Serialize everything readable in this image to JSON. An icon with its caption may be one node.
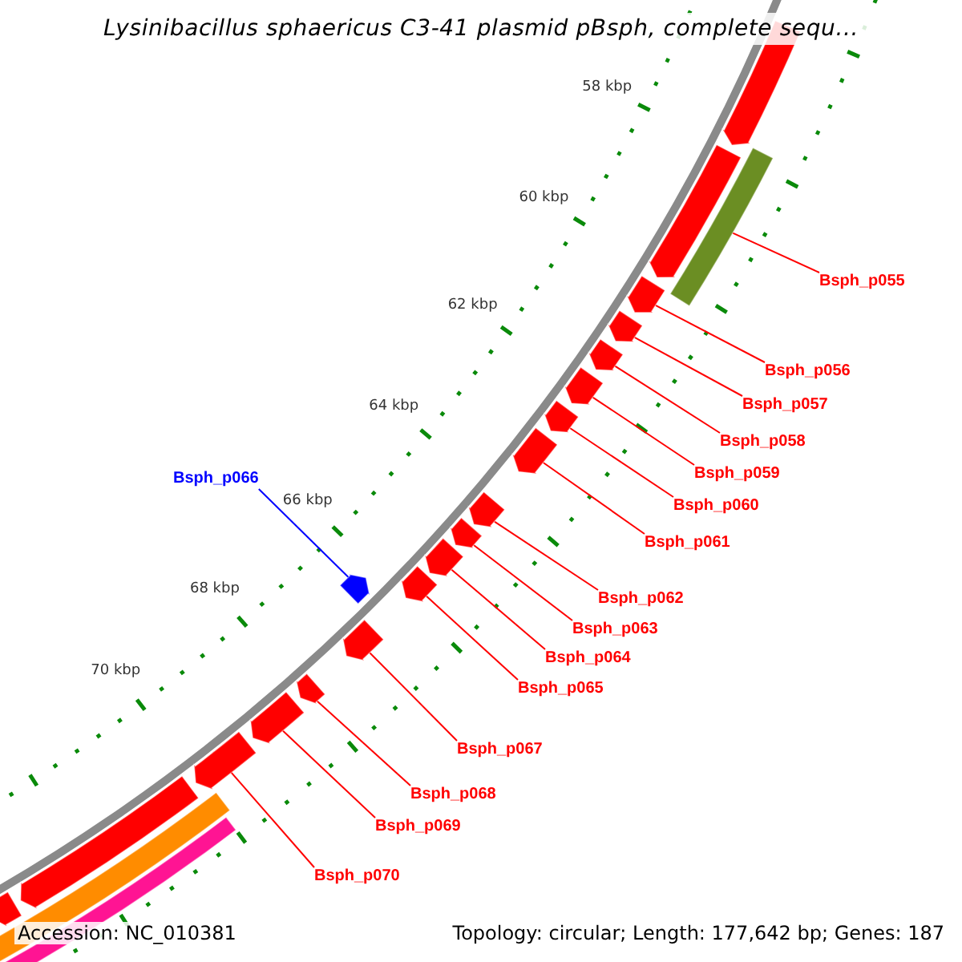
{
  "diagram": {
    "title": "Lysinibacillus sphaericus C3-41 plasmid pBsph, complete sequ...",
    "nodes": [
      {
        "text": [
          "Bsph_p055"
        ]
      },
      {
        "text": [
          "Bsph_p056"
        ]
      },
      {
        "text": [
          "Bsph_p057"
        ]
      },
      {
        "text": [
          "Bsph_p058"
        ]
      },
      {
        "text": [
          "Bsph_p059"
        ]
      },
      {
        "text": [
          "Bsph_p066"
        ]
      },
      {
        "text": [
          "Bsph_p060"
        ]
      },
      {
        "text": [
          "Bsph_p061"
        ]
      },
      {
        "text": [
          "Bsph_p062"
        ]
      },
      {
        "text": [
          "Bsph_p063"
        ]
      },
      {
        "text": [
          "Bsph_p064"
        ]
      },
      {
        "text": [
          "Bsph_p065"
        ]
      },
      {
        "text": [
          "Bsph_p067"
        ]
      },
      {
        "text": [
          "Bsph_p068"
        ]
      },
      {
        "text": [
          "Bsph_p069"
        ]
      },
      {
        "text": [
          "Bsph_p070"
        ]
      },
      {
        "text": [],
        "shape": "arrow"
      },
      {
        "text": [],
        "shape": "bar"
      },
      {
        "text": [],
        "shape": "arrow"
      },
      {
        "text": [],
        "shape": "arrow"
      },
      {
        "text": [],
        "shape": "arrow"
      },
      {
        "text": [],
        "shape": "arrow"
      },
      {
        "text": [],
        "shape": "arrow"
      },
      {
        "text": [],
        "shape": "arrow"
      },
      {
        "text": [],
        "shape": "arrow"
      },
      {
        "text": [],
        "shape": "arrow"
      },
      {
        "text": [],
        "shape": "arrow"
      },
      {
        "text": [],
        "shape": "arrow"
      },
      {
        "text": [],
        "shape": "arrow"
      },
      {
        "text": [],
        "shape": "arrow"
      },
      {
        "text": [],
        "shape": "arrow"
      },
      {
        "text": [],
        "shape": "arrow"
      },
      {
        "text": [],
        "shape": "arrow"
      },
      {
        "text": [],
        "shape": "arrow"
      },
      {
        "text": [],
        "shape": "arrow"
      },
      {
        "text": [],
        "shape": "bar"
      },
      {
        "text": [],
        "shape": "bar"
      },
      {
        "text": [],
        "shape": "arrow"
      }
    ],
    "edges": [
      {
        "from": 0,
        "to": 17,
        "arrow": "none"
      },
      {
        "from": 1,
        "to": 19,
        "arrow": "none"
      },
      {
        "from": 2,
        "to": 20,
        "arrow": "none"
      },
      {
        "from": 3,
        "to": 21,
        "arrow": "none"
      },
      {
        "from": 4,
        "to": 22,
        "arrow": "none"
      },
      {
        "from": 5,
        "to": 29,
        "arrow": "none",
        "color": "#0000ff"
      },
      {
        "from": 6,
        "to": 23,
        "arrow": "none"
      },
      {
        "from": 7,
        "to": 24,
        "arrow": "none"
      },
      {
        "from": 8,
        "to": 25,
        "arrow": "none"
      },
      {
        "from": 9,
        "to": 26,
        "arrow": "none"
      },
      {
        "from": 10,
        "to": 27,
        "arrow": "none"
      },
      {
        "from": 11,
        "to": 28,
        "arrow": "none"
      },
      {
        "from": 12,
        "to": 30,
        "arrow": "none"
      },
      {
        "from": 13,
        "to": 31,
        "arrow": "none"
      },
      {
        "from": 14,
        "to": 32,
        "arrow": "none"
      },
      {
        "from": 15,
        "to": 33,
        "arrow": "none"
      }
    ],
    "labels": [
      "58 kbp",
      "60 kbp",
      "62 kbp",
      "64 kbp",
      "66 kbp",
      "68 kbp",
      "70 kbp",
      "Accession: NC_010381",
      "Topology: circular; Length: 177,642 bp; Genes: 187"
    ]
  }
}
